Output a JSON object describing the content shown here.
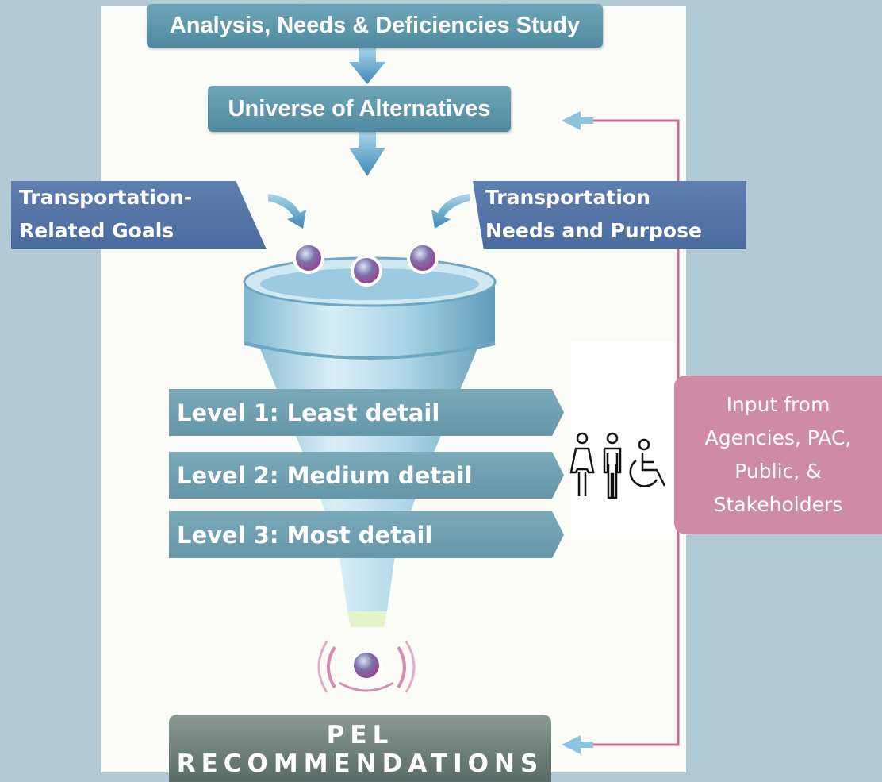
{
  "diagram": {
    "top_box": "Analysis, Needs & Deficiencies Study",
    "universe_box": "Universe of Alternatives",
    "goals_box": [
      "Transportation-",
      "Related Goals"
    ],
    "needs_box": [
      "Transportation",
      "Needs and Purpose"
    ],
    "levels": [
      "Level 1: Least detail",
      "Level 2: Medium detail",
      "Level 3: Most detail"
    ],
    "input_box": [
      "Input from",
      "Agencies, PAC,",
      "Public, &",
      "Stakeholders"
    ],
    "result_box": [
      "PEL",
      "RECOMMENDATIONS"
    ]
  },
  "colors": {
    "background": "#b2c9d6",
    "box_teal": "#5a95aa",
    "box_blue": "#5575a8",
    "input_pink": "#cf8aa5",
    "feedback_line": "#c46a93"
  },
  "icons": [
    "woman-icon",
    "man-icon",
    "wheelchair-icon"
  ]
}
